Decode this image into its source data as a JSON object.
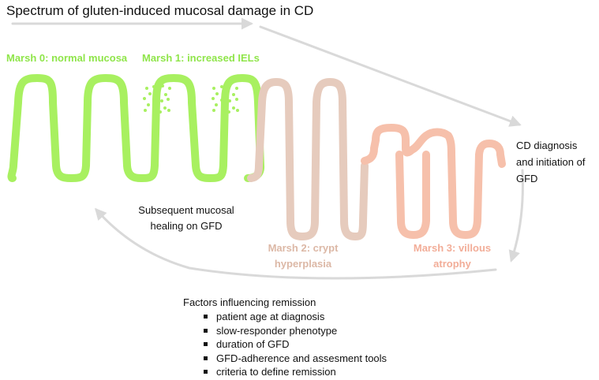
{
  "title": "Spectrum of gluten-induced mucosal damage in CD",
  "stages": {
    "marsh0": "Marsh 0: normal mucosa",
    "marsh1": "Marsh 1: increased IELs",
    "marsh2": "Marsh 2: crypt hyperplasia",
    "marsh3": "Marsh 3: villous atrophy"
  },
  "cd_diagnosis": "CD diagnosis and initiation of GFD",
  "healing": "Subsequent mucosal healing on GFD",
  "factors": {
    "title": "Factors influencing remission",
    "items": [
      "patient age at diagnosis",
      "slow-responder phenotype",
      "duration of GFD",
      "GFD-adherence and assesment tools",
      "criteria to define remission"
    ]
  },
  "colors": {
    "normal": "#a8f060",
    "hyperplasia": "#e6cbbd",
    "atrophy": "#f6c0ab",
    "arrow": "#d9d9d9",
    "iel_dots": "#a8f060"
  }
}
